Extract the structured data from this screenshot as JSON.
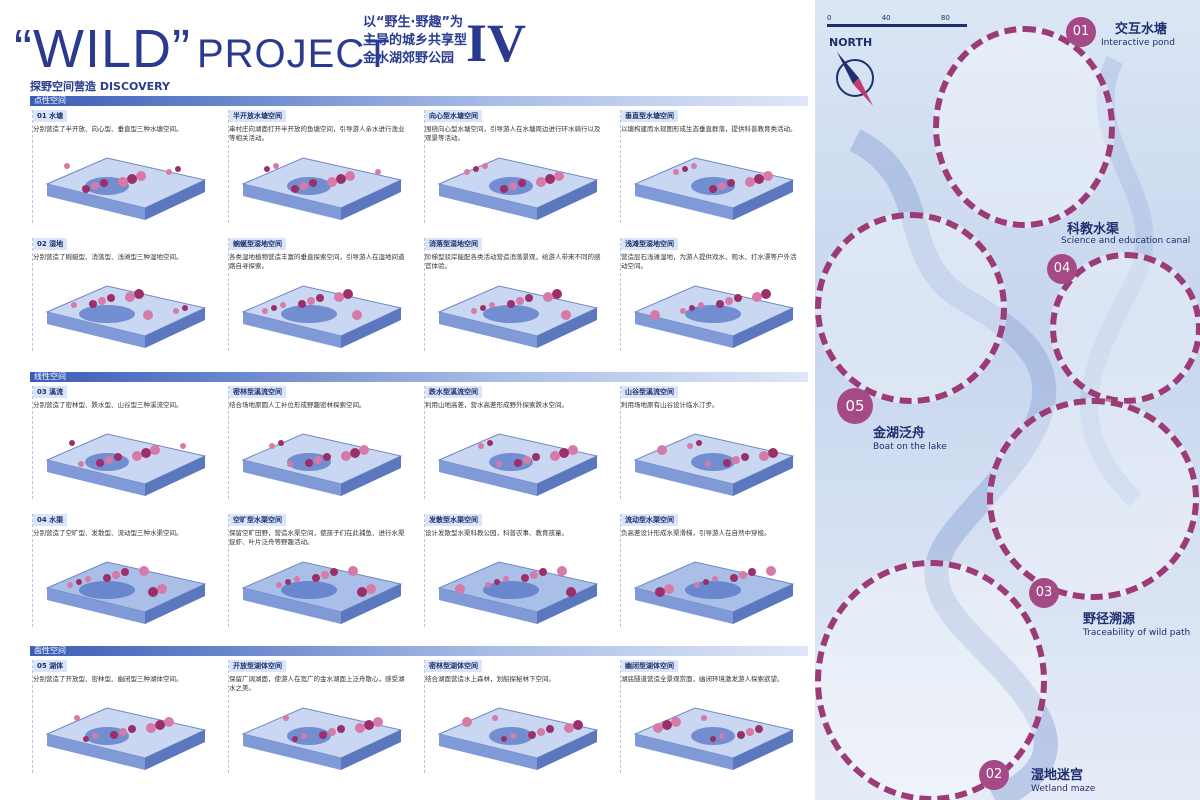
{
  "header": {
    "title_wild": "“WILD”",
    "title_project": "PROJECT",
    "subtitle_cn": "以“野生·野趣”为主导的城乡共享型金水湖郊野公园",
    "numeral": "IV",
    "section_title": "探野空间营造  DISCOVERY"
  },
  "bands": [
    {
      "label": "点性空间"
    },
    {
      "label": "线性空间"
    },
    {
      "label": "面性空间"
    }
  ],
  "rows": [
    {
      "cells": [
        {
          "tag": "01 水塘",
          "desc": "分别营造了半开放、向心型、垂直型三种水塘空间。"
        },
        {
          "tag": "半开放水塘空间",
          "desc": "串村庄向湖面打开半开放的鱼塘空间，引导游人亲水进行渔业等相关活动。"
        },
        {
          "tag": "向心型水塘空间",
          "desc": "围绕向心型水塘空间，引导游人在水塘周边进行环水骑行以及观景等活动。"
        },
        {
          "tag": "垂直型水塘空间",
          "desc": "以塘构建而水现图形成生态垂直群落，提供科普教育类活动。"
        }
      ]
    },
    {
      "cells": [
        {
          "tag": "02 湿地",
          "desc": "分别营造了蜿蜒型、消落型、浅滩型三种湿地空间。"
        },
        {
          "tag": "蜿蜒型湿地空间",
          "desc": "各类湿地植物营造丰富的垂直探索空间，引导游人在湿地间道路自寻探索。"
        },
        {
          "tag": "消落型湿地空间",
          "desc": "阶梯型驳岸能配各类活动营造消落景观，给游人带来不同的感官体验。"
        },
        {
          "tag": "浅滩型湿地空间",
          "desc": "营造层石浅滩湿地，为游人提供戏水、观水、打水漂等户外活动空间。"
        }
      ]
    },
    {
      "cells": [
        {
          "tag": "03 溪流",
          "desc": "分别营造了密林型、跌水型、山谷型三种溪流空间。"
        },
        {
          "tag": "密林型溪流空间",
          "desc": "结合场地原圆人工补位形成野趣密林探索空间。"
        },
        {
          "tag": "跌水型溪流空间",
          "desc": "利用山地高差，营水高差形成野外探索跌水空间。"
        },
        {
          "tag": "山谷型溪流空间",
          "desc": "利用场地原有山谷设计临水汀步。"
        }
      ]
    },
    {
      "cells": [
        {
          "tag": "04 水渠",
          "desc": "分别营造了空旷型、发散型、流动型三种水渠空间。"
        },
        {
          "tag": "空旷型水渠空间",
          "desc": "保留空旷田野，营造水渠空间，使孩子们在此捕鱼、进行水渠捉虾、叶片泛舟等野趣活动。"
        },
        {
          "tag": "发散型水渠空间",
          "desc": "设计发散型水渠科教公园，科普农事、教育孩童。"
        },
        {
          "tag": "流动型水渠空间",
          "desc": "负高差设计形成水渠滑梯，引导游人在自然中穿梭。"
        }
      ]
    },
    {
      "cells": [
        {
          "tag": "05 湖体",
          "desc": "分别营造了开放型、密林型、幽闭型三种湖体空间。"
        },
        {
          "tag": "开放型湖体空间",
          "desc": "保留广阔湖面，使游人在宽广的金水湖面上泛舟散心，感受湖水之美。"
        },
        {
          "tag": "密林型湖体空间",
          "desc": "结合湖面营造水上森林，划船探秘林下空间。"
        },
        {
          "tag": "幽闭型湖体空间",
          "desc": "湖底隧道营造全景观赏面，幽闭环境激发游人探索欲望。"
        }
      ]
    }
  ],
  "map": {
    "north": "NORTH",
    "scale": [
      "0",
      "40",
      "80"
    ],
    "areas": [
      {
        "num": "01",
        "cn": "交互水塘",
        "en": "Interactive pond"
      },
      {
        "num": "04",
        "cn": "科教水渠",
        "en": "Science and education canal"
      },
      {
        "num": "05",
        "cn": "金湖泛舟",
        "en": "Boat on the lake"
      },
      {
        "num": "03",
        "cn": "野径溯源",
        "en": "Traceability of wild path"
      },
      {
        "num": "02",
        "cn": "湿地迷宫",
        "en": "Wetland maze"
      }
    ]
  }
}
